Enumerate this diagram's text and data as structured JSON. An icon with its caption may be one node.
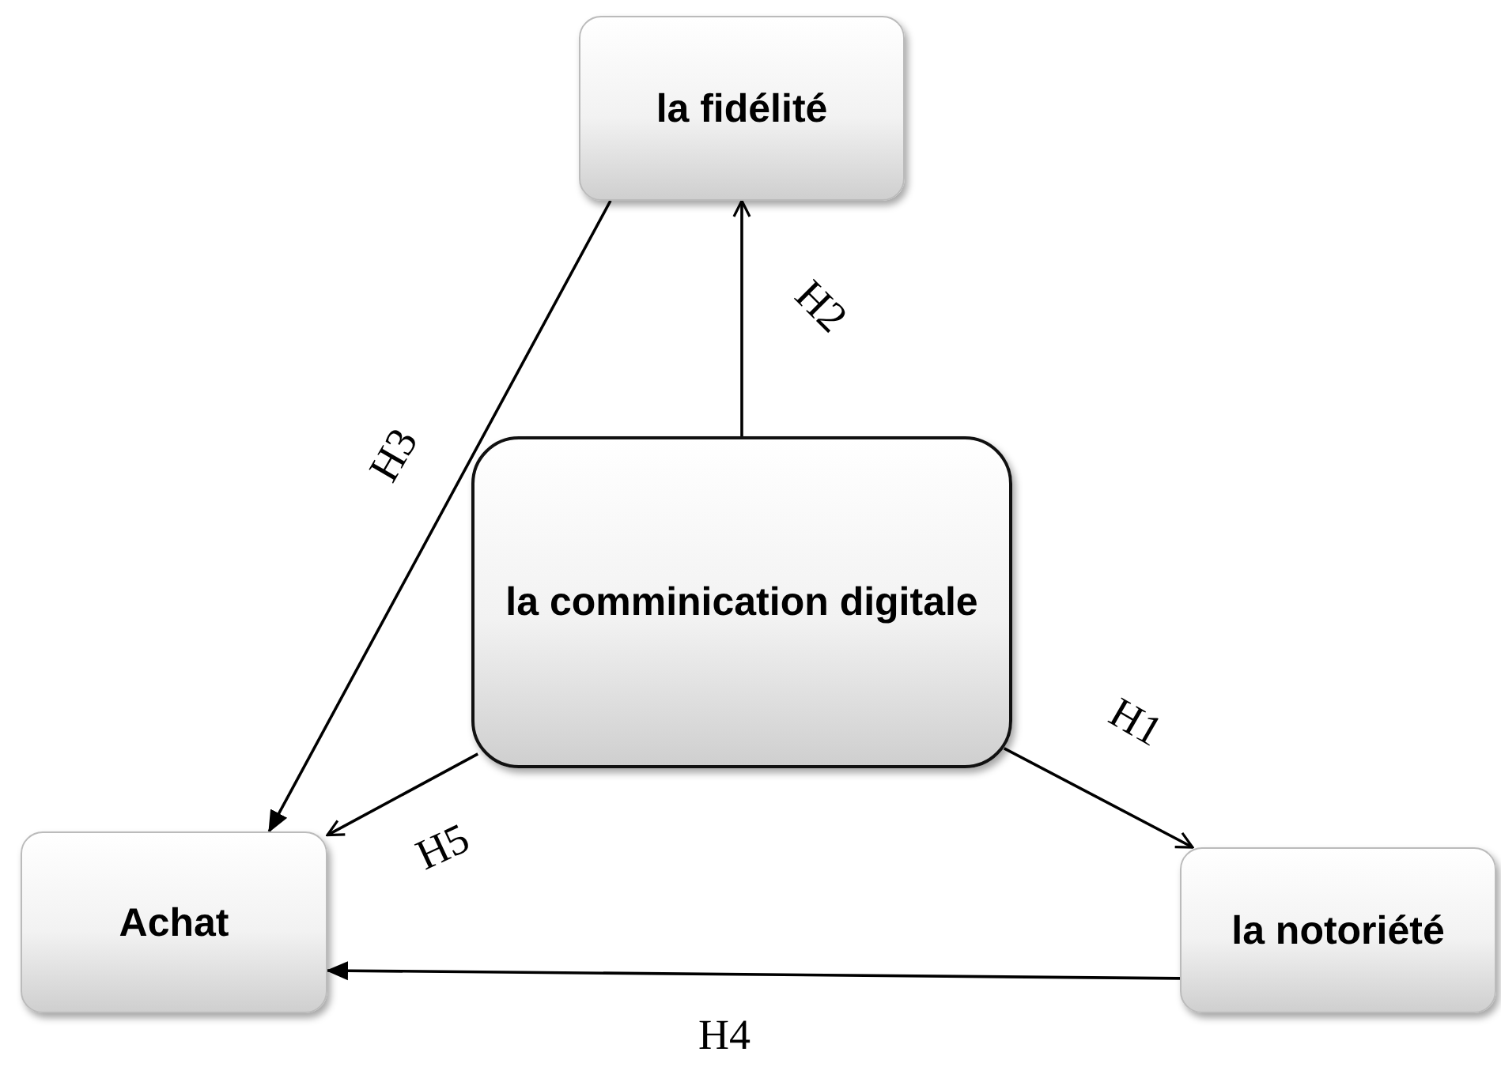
{
  "diagram": {
    "nodes": [
      {
        "text": [
          "la fidélité"
        ]
      },
      {
        "text": [
          "la comminication digitale"
        ]
      },
      {
        "text": [
          "Achat"
        ]
      },
      {
        "text": [
          "la notoriété"
        ]
      }
    ],
    "edges": [
      {
        "from": 1,
        "to": 3,
        "arrow": "to",
        "label": "H1"
      },
      {
        "from": 1,
        "to": 0,
        "arrow": "to",
        "label": "H2"
      },
      {
        "from": 0,
        "to": 2,
        "arrow": "to",
        "label": "H3"
      },
      {
        "from": 3,
        "to": 2,
        "arrow": "to",
        "label": "H4"
      },
      {
        "from": 1,
        "to": 2,
        "arrow": "to",
        "label": "H5"
      }
    ]
  }
}
